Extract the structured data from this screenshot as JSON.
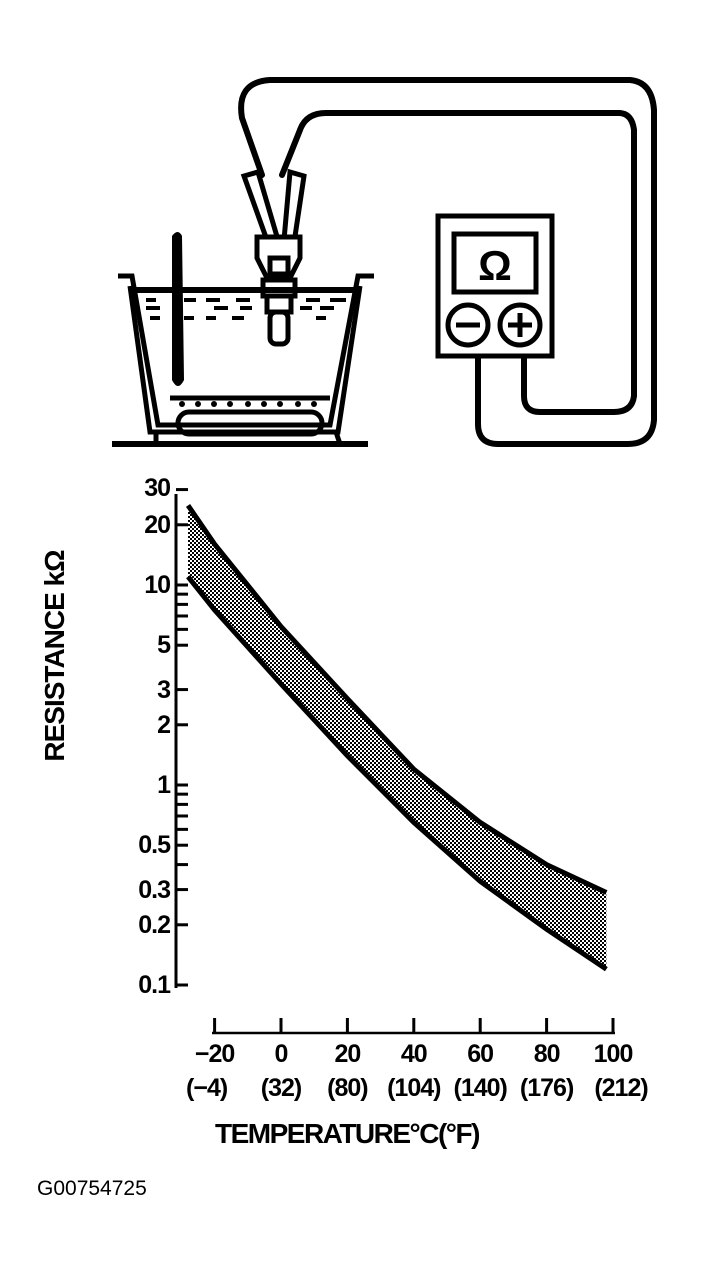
{
  "figure": {
    "id_label": "G00754725",
    "illustration": {
      "meter_symbol": "Ω",
      "meter_terminals": [
        "−",
        "+"
      ],
      "description": "Sensor immersed in heated water bath with thermometer, leads to ohmmeter"
    }
  },
  "chart_data": {
    "type": "area",
    "title": "",
    "xlabel": "TEMPERATURE°C(°F)",
    "ylabel": "RESISTANCE kΩ",
    "yscale": "log",
    "ylim": [
      0.1,
      30
    ],
    "xlim": [
      -20,
      100
    ],
    "grid": false,
    "legend": null,
    "x_ticks": [
      -20,
      0,
      20,
      40,
      60,
      80,
      100
    ],
    "x_tick_labels_c": [
      "−20",
      "0",
      "20",
      "40",
      "60",
      "80",
      "100"
    ],
    "x_tick_labels_f": [
      "(−4)",
      "(32)",
      "(80)",
      "(104)",
      "(140)",
      "(176)",
      "(212)"
    ],
    "y_ticks": [
      30,
      20,
      10,
      5,
      3,
      2,
      1,
      0.5,
      0.3,
      0.2,
      0.1
    ],
    "y_tick_labels": [
      "30",
      "20",
      "10",
      "5",
      "3",
      "2",
      "1",
      "0.5",
      "0.3",
      "0.2",
      "0.1"
    ],
    "x": [
      -28,
      -20,
      0,
      20,
      40,
      60,
      80,
      98
    ],
    "series": [
      {
        "name": "Upper limit",
        "values": [
          25,
          16,
          6.2,
          2.7,
          1.2,
          0.65,
          0.4,
          0.29
        ]
      },
      {
        "name": "Lower limit",
        "values": [
          11,
          7.5,
          3.2,
          1.4,
          0.65,
          0.33,
          0.19,
          0.12
        ]
      }
    ],
    "band_fill": "stippled gray between upper and lower limits"
  }
}
